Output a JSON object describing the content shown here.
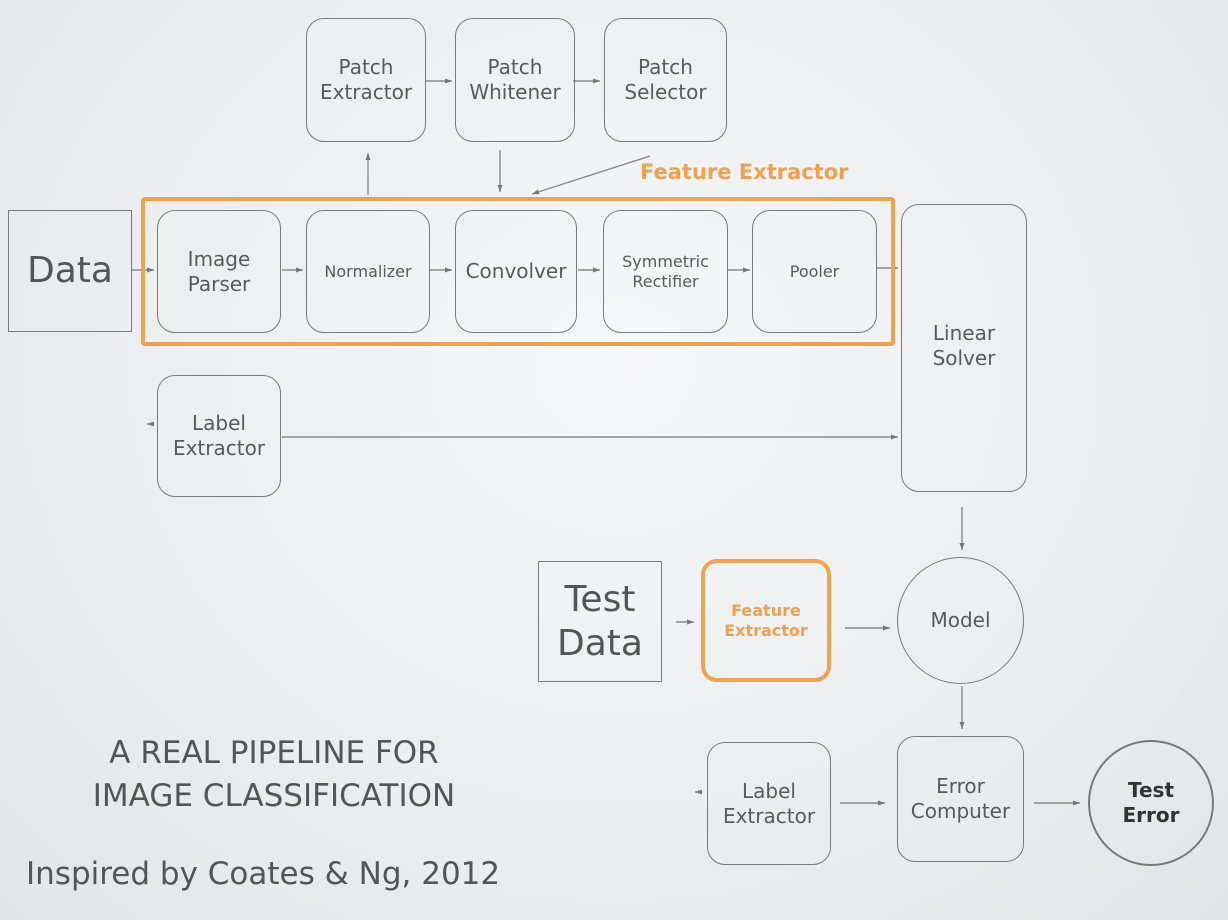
{
  "feature_extractor_label": "Feature Extractor",
  "nodes": {
    "patch_extractor": "Patch\nExtractor",
    "patch_whitener": "Patch\nWhitener",
    "patch_selector": "Patch\nSelector",
    "data": "Data",
    "image_parser": "Image\nParser",
    "normalizer": "Normalizer",
    "convolver": "Convolver",
    "symmetric_rectifier": "Symmetric\nRectifier",
    "pooler": "Pooler",
    "linear_solver": "Linear\nSolver",
    "label_extractor_top": "Label\nExtractor",
    "test_data": "Test\nData",
    "feature_extractor_test": "Feature\nExtractor",
    "model": "Model",
    "label_extractor_bottom": "Label\nExtractor",
    "error_computer": "Error\nComputer",
    "test_error": "Test\nError"
  },
  "title": "A REAL PIPELINE FOR\nIMAGE CLASSIFICATION",
  "subtitle": "Inspired by Coates & Ng, 2012",
  "colors": {
    "accent": "#f0a24e",
    "line": "#7a7a7a"
  }
}
